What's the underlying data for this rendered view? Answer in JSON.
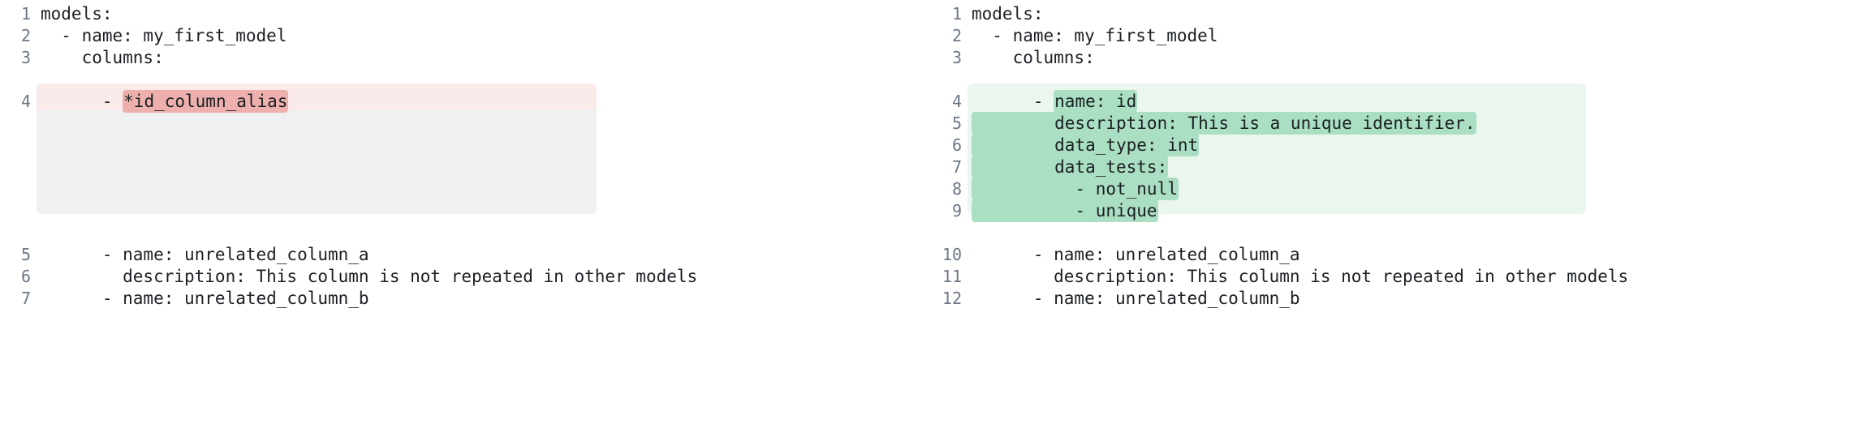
{
  "view": {
    "type": "side-by-side-diff",
    "language": "yaml",
    "colors": {
      "removed_line_bg": "#fbeaea",
      "removed_inline_bg": "#eeb0ad",
      "context_block_bg": "#eef0f2",
      "added_block_bg": "#eaf6ee",
      "added_inline_bg": "#abdfc3",
      "line_number_color": "#6b7785",
      "text_color": "#1b1f23",
      "page_bg": "#ffffff"
    }
  },
  "left_pane": {
    "name": "before",
    "lines": [
      {
        "number": "1",
        "text": "models:",
        "type": "context",
        "highlight": null
      },
      {
        "number": "2",
        "text": "  - name: my_first_model",
        "type": "context",
        "highlight": null
      },
      {
        "number": "3",
        "text": "    columns:",
        "type": "context",
        "highlight": null
      },
      {
        "number": "4",
        "text": "      - *id_column_alias",
        "type": "removed",
        "highlight": "*id_column_alias",
        "prefix": "      - "
      },
      {
        "number": "5",
        "text": "      - name: unrelated_column_a",
        "type": "context",
        "highlight": null
      },
      {
        "number": "6",
        "text": "        description: This column is not repeated in other models",
        "type": "context",
        "highlight": null
      },
      {
        "number": "7",
        "text": "      - name: unrelated_column_b",
        "type": "context",
        "highlight": null
      }
    ]
  },
  "right_pane": {
    "name": "after",
    "lines": [
      {
        "number": "1",
        "text": "models:",
        "type": "context",
        "highlight": null
      },
      {
        "number": "2",
        "text": "  - name: my_first_model",
        "type": "context",
        "highlight": null
      },
      {
        "number": "3",
        "text": "    columns:",
        "type": "context",
        "highlight": null
      },
      {
        "number": "4",
        "text": "      - name: id",
        "type": "added",
        "highlight": "name: id",
        "prefix": "      - "
      },
      {
        "number": "5",
        "text": "        description: This is a unique identifier.",
        "type": "added",
        "highlight": "        description: This is a unique identifier.",
        "prefix": ""
      },
      {
        "number": "6",
        "text": "        data_type: int",
        "type": "added",
        "highlight": "        data_type: int",
        "prefix": ""
      },
      {
        "number": "7",
        "text": "        data_tests:",
        "type": "added",
        "highlight": "        data_tests:",
        "prefix": ""
      },
      {
        "number": "8",
        "text": "          - not_null",
        "type": "added",
        "highlight": "          - not_null",
        "prefix": ""
      },
      {
        "number": "9",
        "text": "          - unique",
        "type": "added",
        "highlight": "          - unique",
        "prefix": ""
      },
      {
        "number": "10",
        "text": "      - name: unrelated_column_a",
        "type": "context",
        "highlight": null
      },
      {
        "number": "11",
        "text": "        description: This column is not repeated in other models",
        "type": "context",
        "highlight": null
      },
      {
        "number": "12",
        "text": "      - name: unrelated_column_b",
        "type": "context",
        "highlight": null
      }
    ]
  }
}
